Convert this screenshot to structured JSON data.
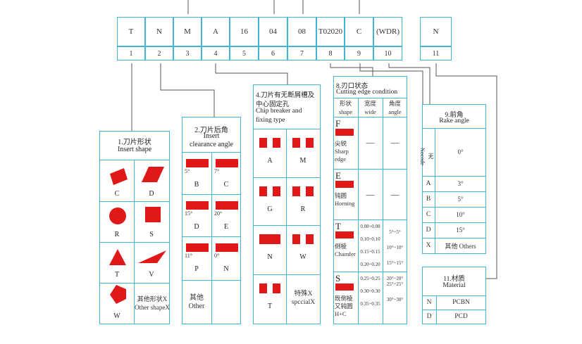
{
  "code_row": [
    "T",
    "N",
    "M",
    "A",
    "16",
    "04",
    "08",
    "T02020",
    "C",
    "(WDR)"
  ],
  "index_row": [
    "1",
    "2",
    "3",
    "4",
    "5",
    "6",
    "7",
    "8",
    "9",
    "10"
  ],
  "extra": {
    "code": "N",
    "index": "11"
  },
  "s1": {
    "title_cn": "1.刀片形状",
    "title_en": "Insert shape",
    "items": [
      "C",
      "D",
      "R",
      "S",
      "T",
      "V",
      "W"
    ],
    "other": "其他形状X\nOther shapeX"
  },
  "s2": {
    "title_cn": "2.刀片后角",
    "title_en1": "Insert",
    "title_en2": "clearance angle",
    "items": [
      "B",
      "C",
      "D",
      "E",
      "P",
      "N"
    ],
    "angles": [
      "5°",
      "7°",
      "15°",
      "20°",
      "11°",
      "0°"
    ],
    "other": "其他\nOther"
  },
  "s4": {
    "title_cn1": "4.刀片有无断屑槽及",
    "title_cn2": "中心固定孔",
    "title_en1": "Chip breaker and",
    "title_en2": "fixing type",
    "items": [
      "A",
      "M",
      "G",
      "R",
      "N",
      "W",
      "T"
    ],
    "special": "特殊X\nspccialX"
  },
  "s8": {
    "title_cn": "8.刃口状态",
    "title_en": "Cutting edge condition",
    "head_shape_cn": "形状",
    "head_shape_en": "shape",
    "head_wide_cn": "宽度",
    "head_wide_en": "wide",
    "head_angle_cn": "角度",
    "head_angle_en": "angle",
    "rows": [
      {
        "letter": "F",
        "cn": "尖锐",
        "en1": "Sharp",
        "en2": "edge",
        "wide": "—",
        "angle": "—"
      },
      {
        "letter": "E",
        "cn": "钝圆",
        "en1": "Horning",
        "en2": "",
        "wide": "—",
        "angle": "—"
      },
      {
        "letter": "T",
        "cn": "倒棱",
        "en1": "Chamfer",
        "en2": "",
        "wides": [
          "0.08~0.08",
          "0.10~0.10",
          "0.15~0.15",
          "0.20~0.20"
        ],
        "angles": [
          "5°~5°",
          "10°~10°",
          "15°~15°",
          "20°~20°"
        ]
      },
      {
        "letter": "S",
        "cn": "既倒棱",
        "en1": "又钝圆",
        "en2": "H+C",
        "wides": [
          "0.25~0.25",
          "0.30~0.30",
          "0.35~0.35"
        ],
        "angles": [
          "25°~25°",
          "30°~30°"
        ]
      }
    ]
  },
  "s9": {
    "title_cn": "9.前角",
    "title_en": "Rake angle",
    "rows": [
      {
        "k": "无\nNocode",
        "v": "0°"
      },
      {
        "k": "A",
        "v": "3°"
      },
      {
        "k": "B",
        "v": "5°"
      },
      {
        "k": "C",
        "v": "10°"
      },
      {
        "k": "D",
        "v": "15°"
      },
      {
        "k": "X",
        "v": "其他 Others"
      }
    ]
  },
  "s11": {
    "title_cn": "11.材质",
    "title_en": "Material",
    "rows": [
      {
        "k": "N",
        "v": "PCBN"
      },
      {
        "k": "D",
        "v": "PCD"
      }
    ]
  },
  "colors": {
    "line": "#3fb6d6",
    "insert": "#e01818",
    "connector": "#555555"
  }
}
